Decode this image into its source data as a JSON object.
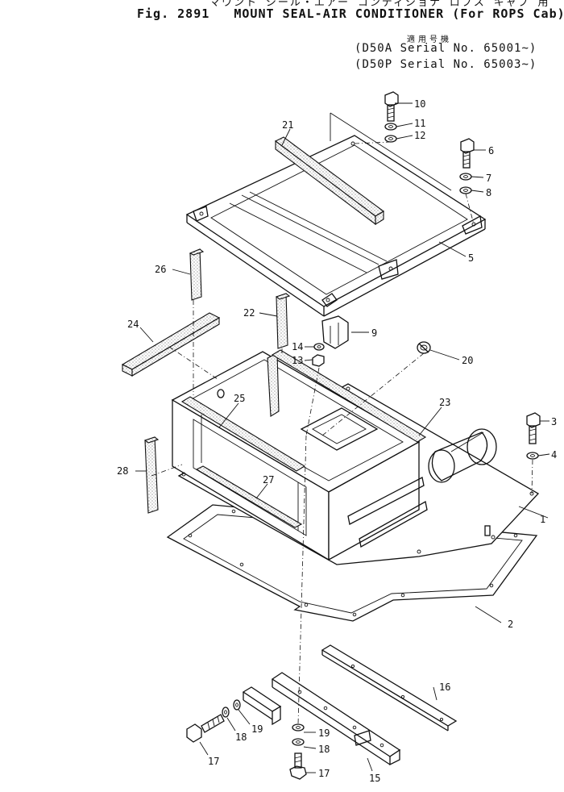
{
  "header": {
    "jp_title": "マウント シール・エアー コンディショナ ロプス キャブ 用",
    "fig_label": "Fig. 2891",
    "title": "MOUNT SEAL-AIR CONDITIONER (For ROPS Cab)",
    "applicability_label": "適用号機",
    "serial_lines": [
      "D50A Serial No. 65001~",
      "D50P Serial No. 65003~"
    ]
  },
  "callouts": [
    "1",
    "2",
    "3",
    "4",
    "5",
    "6",
    "7",
    "8",
    "9",
    "10",
    "11",
    "12",
    "13",
    "14",
    "15",
    "16",
    "17",
    "17",
    "18",
    "18",
    "19",
    "19",
    "20",
    "21",
    "22",
    "23",
    "24",
    "25",
    "26",
    "27",
    "28"
  ]
}
